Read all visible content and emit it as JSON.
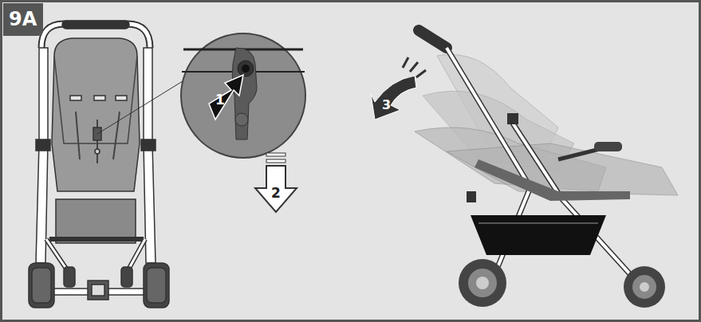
{
  "diagram": {
    "nodes": [
      {
        "text": [
          "9A"
        ]
      }
    ],
    "labels": [
      "1",
      "2",
      "3"
    ]
  }
}
